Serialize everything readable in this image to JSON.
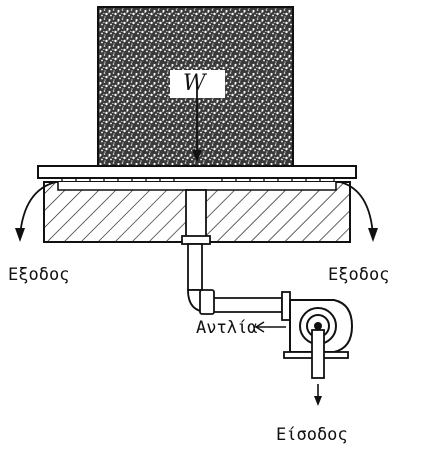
{
  "diagram": {
    "load_label": "W",
    "outlet_left_label": "Εξοδος",
    "outlet_right_label": "Εξοδος",
    "pump_label": "Αντλία",
    "inlet_label": "Είσοδος"
  }
}
